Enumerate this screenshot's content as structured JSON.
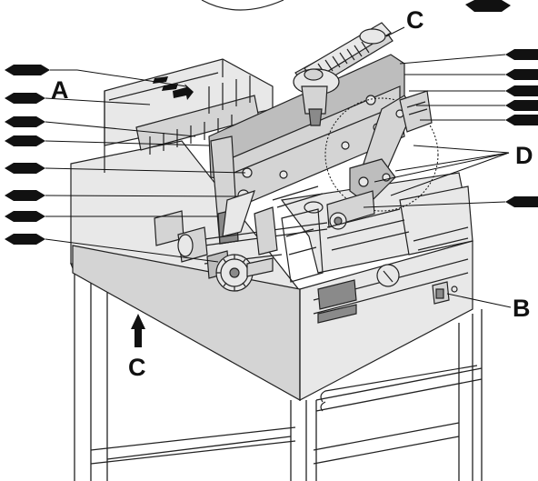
{
  "labels": {
    "a": "A",
    "b": "B",
    "c_top": "C",
    "c_bottom": "C",
    "d": "D"
  },
  "colors": {
    "line": "#111111",
    "machine_light": "#d4d4d4",
    "machine_mid": "#bdbdbd",
    "machine_dark": "#8a8a8a"
  }
}
